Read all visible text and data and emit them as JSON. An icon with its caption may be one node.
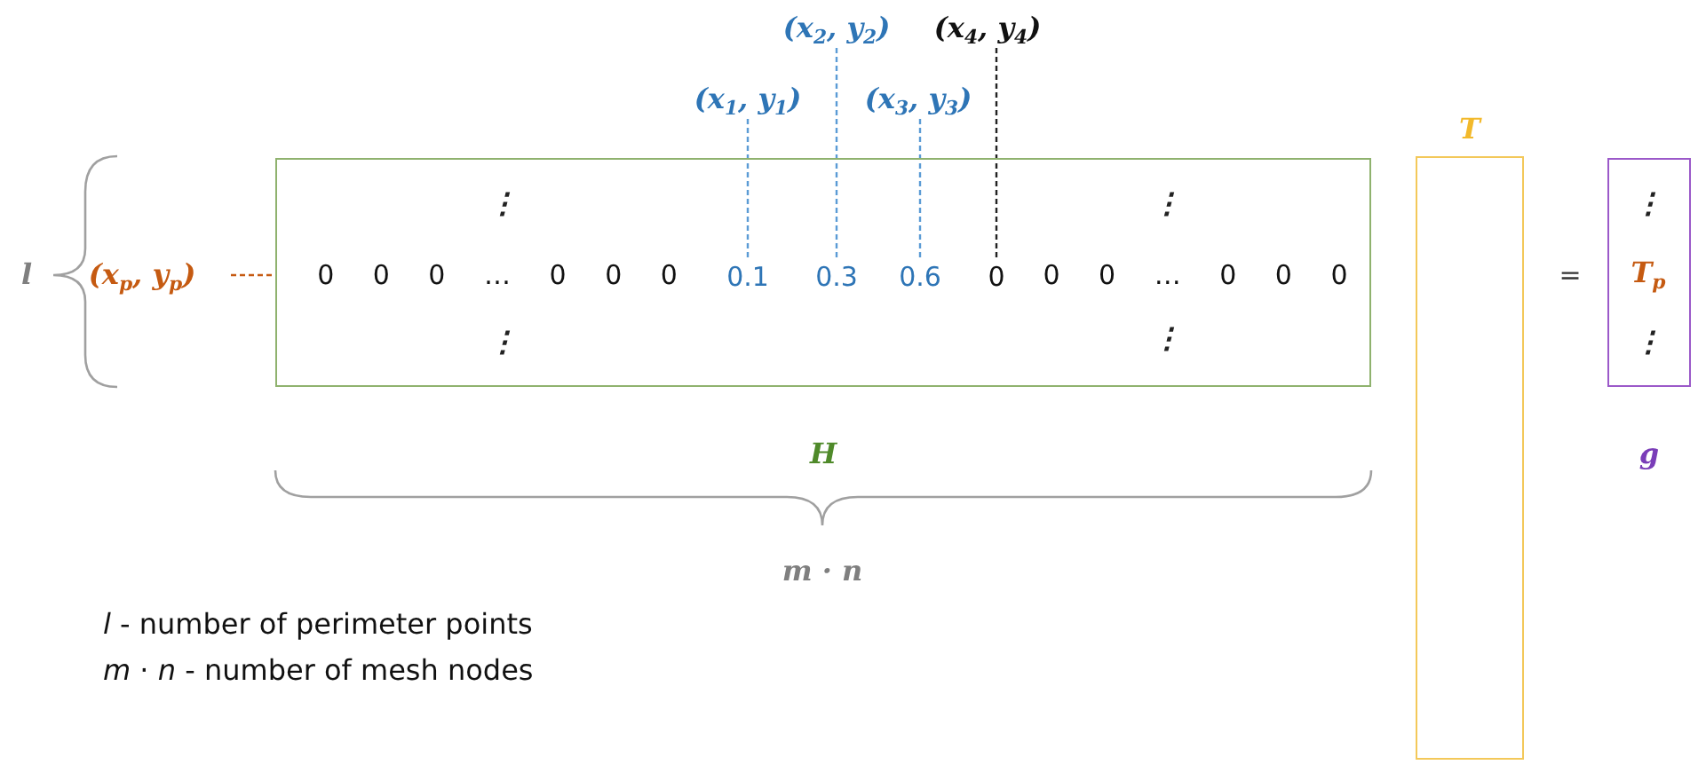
{
  "diagram": {
    "nodes": [
      {
        "text": [
          "H"
        ]
      },
      {
        "text": [
          "(x$_{p}$, y$_{p}$)"
        ]
      },
      {
        "text": [
          "0.1"
        ],
        "in": 0
      },
      {
        "text": [
          "0.3"
        ],
        "in": 0
      },
      {
        "text": [
          "0.6"
        ],
        "in": 0
      },
      {
        "text": [
          "0"
        ],
        "in": 0
      },
      {
        "text": [
          "(x$_{1}$, y$_{1}$)"
        ]
      },
      {
        "text": [
          "(x$_{2}$, y$_{2}$)"
        ]
      },
      {
        "text": [
          "(x$_{3}$, y$_{3}$)"
        ]
      },
      {
        "text": [
          "(x$_{4}$, y$_{4}$)"
        ]
      },
      {
        "text": [
          "T"
        ]
      },
      {
        "text": [
          "⋮",
          "T$_{p}$",
          "⋮",
          "g"
        ]
      }
    ],
    "edges": [
      {
        "from": 1,
        "to": 0,
        "arrow": "none",
        "style": "dashed",
        "color": "#c55a11"
      },
      {
        "from": 6,
        "to": 2,
        "arrow": "none",
        "style": "dashed"
      },
      {
        "from": 7,
        "to": 3,
        "arrow": "none",
        "style": "dashed"
      },
      {
        "from": 8,
        "to": 4,
        "arrow": "none",
        "style": "dashed"
      },
      {
        "from": 9,
        "to": 5,
        "arrow": "none",
        "style": "dashed",
        "color": "#222222"
      }
    ],
    "labels": [
      "⋮",
      "⋮",
      "l",
      "0 0 0 … 0 0 0",
      "0 0 … 0 0 0",
      "=",
      "⋮",
      "⋮",
      "m · n",
      "*l* - number of perimeter points",
      "*m* · *n* - number of mesh nodes"
    ]
  }
}
